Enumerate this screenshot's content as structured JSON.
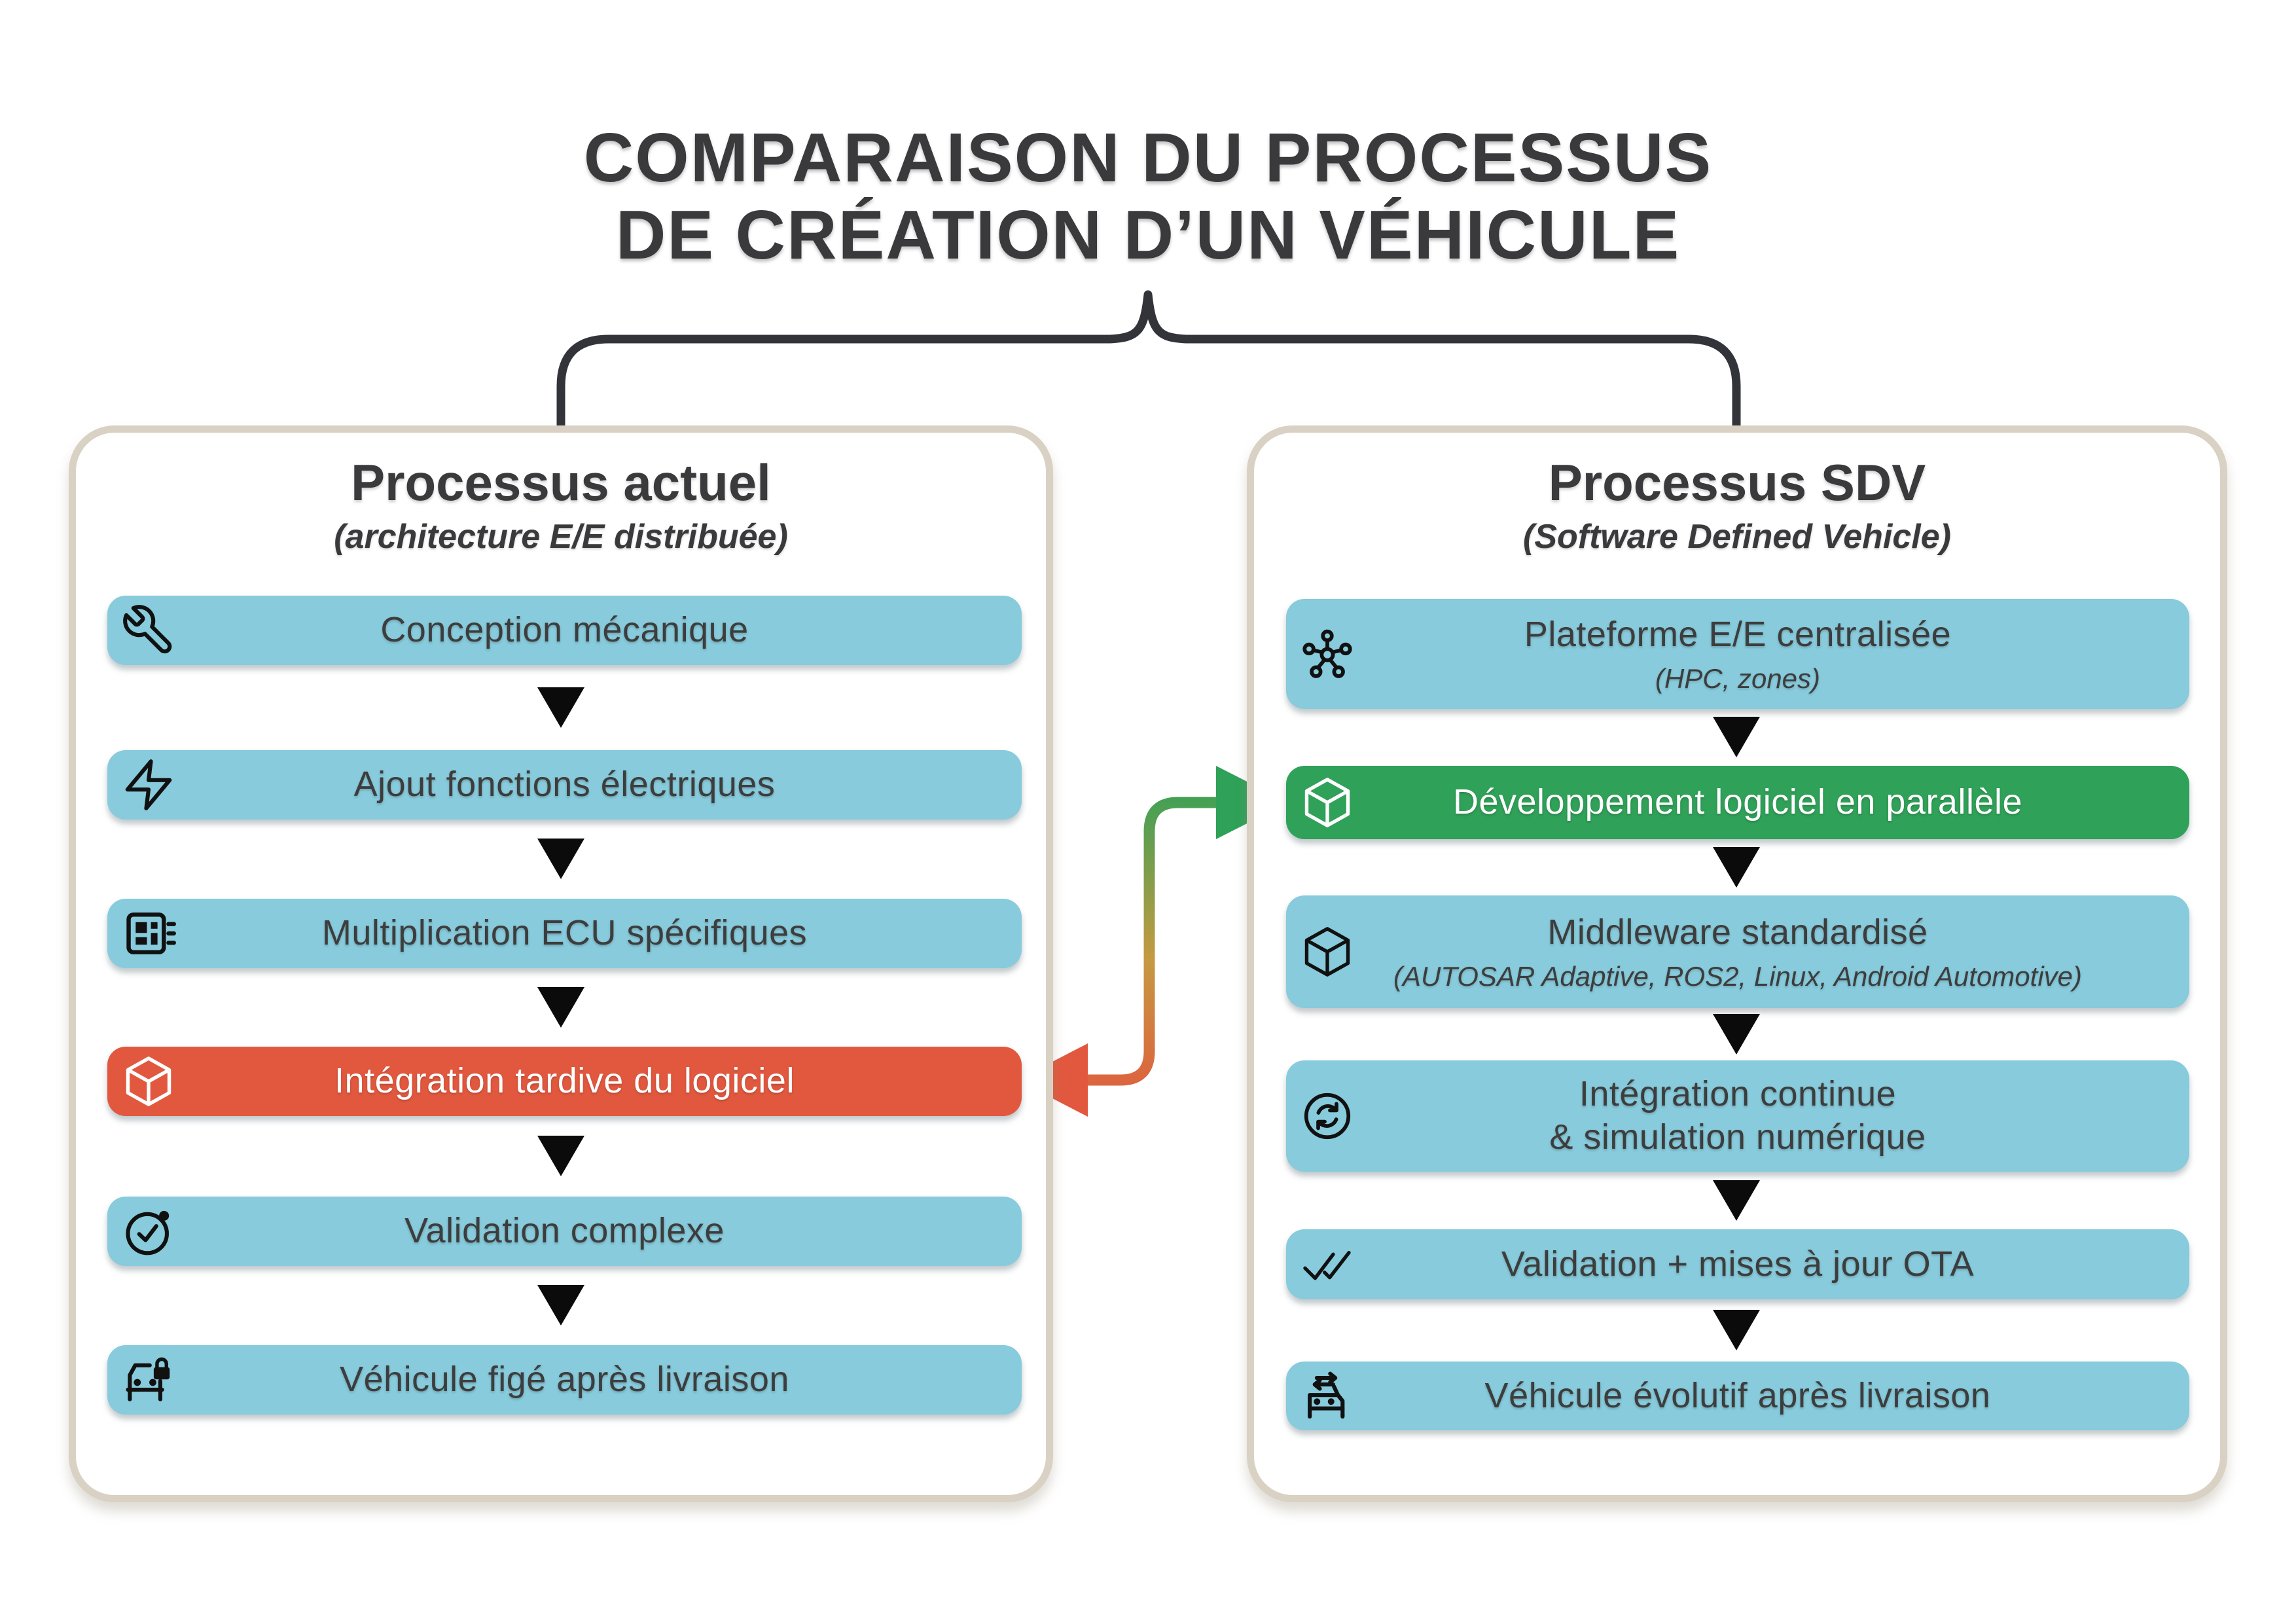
{
  "title": {
    "line1": "COMPARAISON DU PROCESSUS",
    "line2": "DE CRÉATION D’UN VÉHICULE"
  },
  "left_panel": {
    "heading": "Processus actuel",
    "subheading": "(architecture E/E distribuée)",
    "steps": [
      {
        "icon": "wrench-icon",
        "label": "Conception mécanique",
        "color": "cyan"
      },
      {
        "icon": "lightning-icon",
        "label": "Ajout fonctions électriques",
        "color": "cyan"
      },
      {
        "icon": "ecu-chip-icon",
        "label": "Multiplication ECU spécifiques",
        "color": "cyan"
      },
      {
        "icon": "package-icon",
        "label": "Intégration tardive du logiciel",
        "color": "red"
      },
      {
        "icon": "check-circle-icon",
        "label": "Validation complexe",
        "color": "cyan"
      },
      {
        "icon": "car-lock-icon",
        "label": "Véhicule figé après livraison",
        "color": "cyan"
      }
    ]
  },
  "right_panel": {
    "heading": "Processus SDV",
    "subheading": "(Software Defined Vehicle)",
    "steps": [
      {
        "icon": "network-hub-icon",
        "label": "Plateforme E/E centralisée",
        "sublabel": "(HPC, zones)",
        "color": "cyan"
      },
      {
        "icon": "package-icon",
        "label": "Développement logiciel en parallèle",
        "color": "green"
      },
      {
        "icon": "package-icon",
        "label": "Middleware standardisé",
        "sublabel": "(AUTOSAR Adaptive, ROS2, Linux, Android Automotive)",
        "color": "cyan"
      },
      {
        "icon": "sync-arrows-icon",
        "label": "Intégration continue",
        "label2": "& simulation numérique",
        "color": "cyan"
      },
      {
        "icon": "double-check-icon",
        "label": "Validation + mises à jour OTA",
        "color": "cyan"
      },
      {
        "icon": "car-update-icon",
        "label": "Véhicule évolutif après livraison",
        "color": "cyan"
      }
    ]
  },
  "colors": {
    "cyan": "#87CBDC",
    "red": "#E2583E",
    "green": "#2FA158",
    "panel_border": "#D9D1C3",
    "text_dark": "#3A3A3C",
    "arrow_black": "#0B0B0B",
    "brace": "#33343A"
  }
}
